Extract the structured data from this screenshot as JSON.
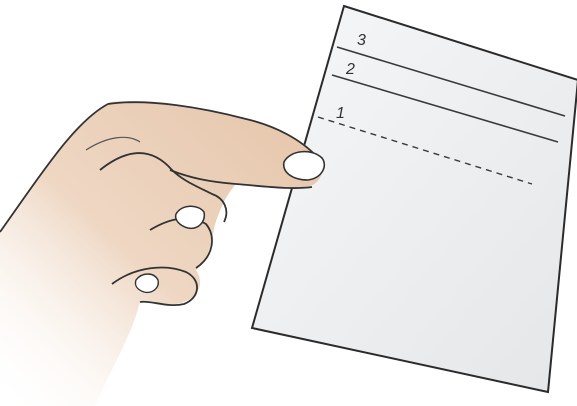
{
  "labels": {
    "line_1": "1",
    "line_2": "2",
    "line_3": "3"
  },
  "colors": {
    "paper_fill": "#f2f3f4",
    "paper_stroke": "#2b2b2b",
    "skin": "#e9cbb2",
    "nail": "#ffffff",
    "outline": "#333333"
  }
}
